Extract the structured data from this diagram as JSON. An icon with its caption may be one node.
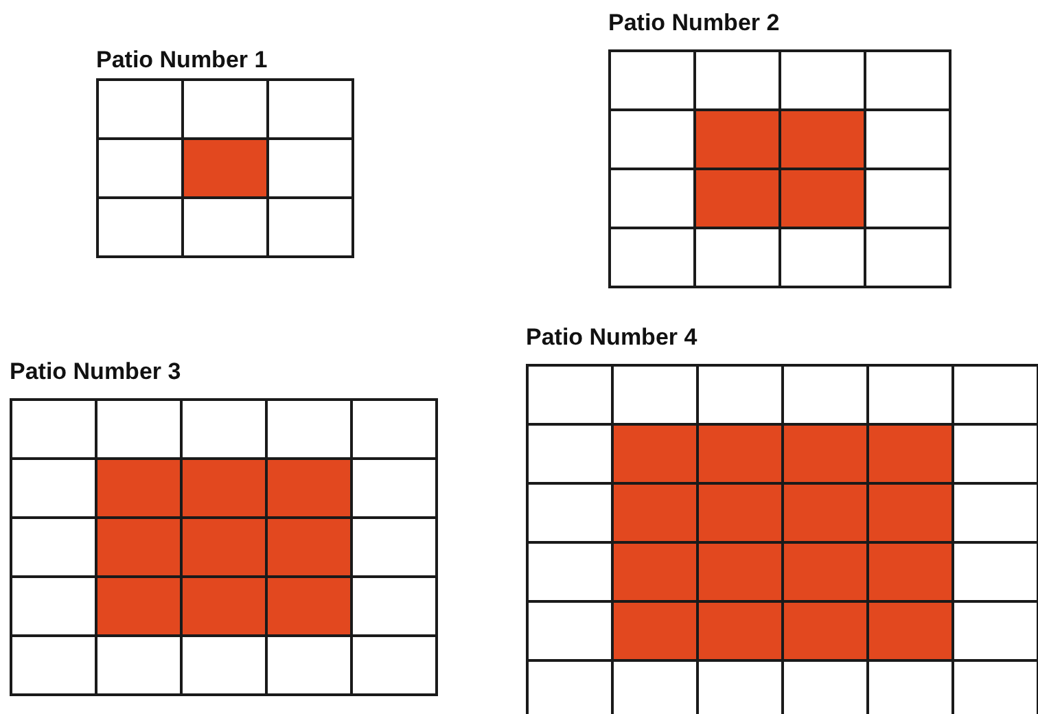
{
  "diagram": {
    "nodes": [
      {
        "text": [
          "Patio Number 1"
        ]
      },
      {
        "text": [
          "Patio Number 2"
        ]
      },
      {
        "text": [
          "Patio Number 3"
        ]
      },
      {
        "text": [
          "Patio Number 4"
        ]
      }
    ]
  }
}
